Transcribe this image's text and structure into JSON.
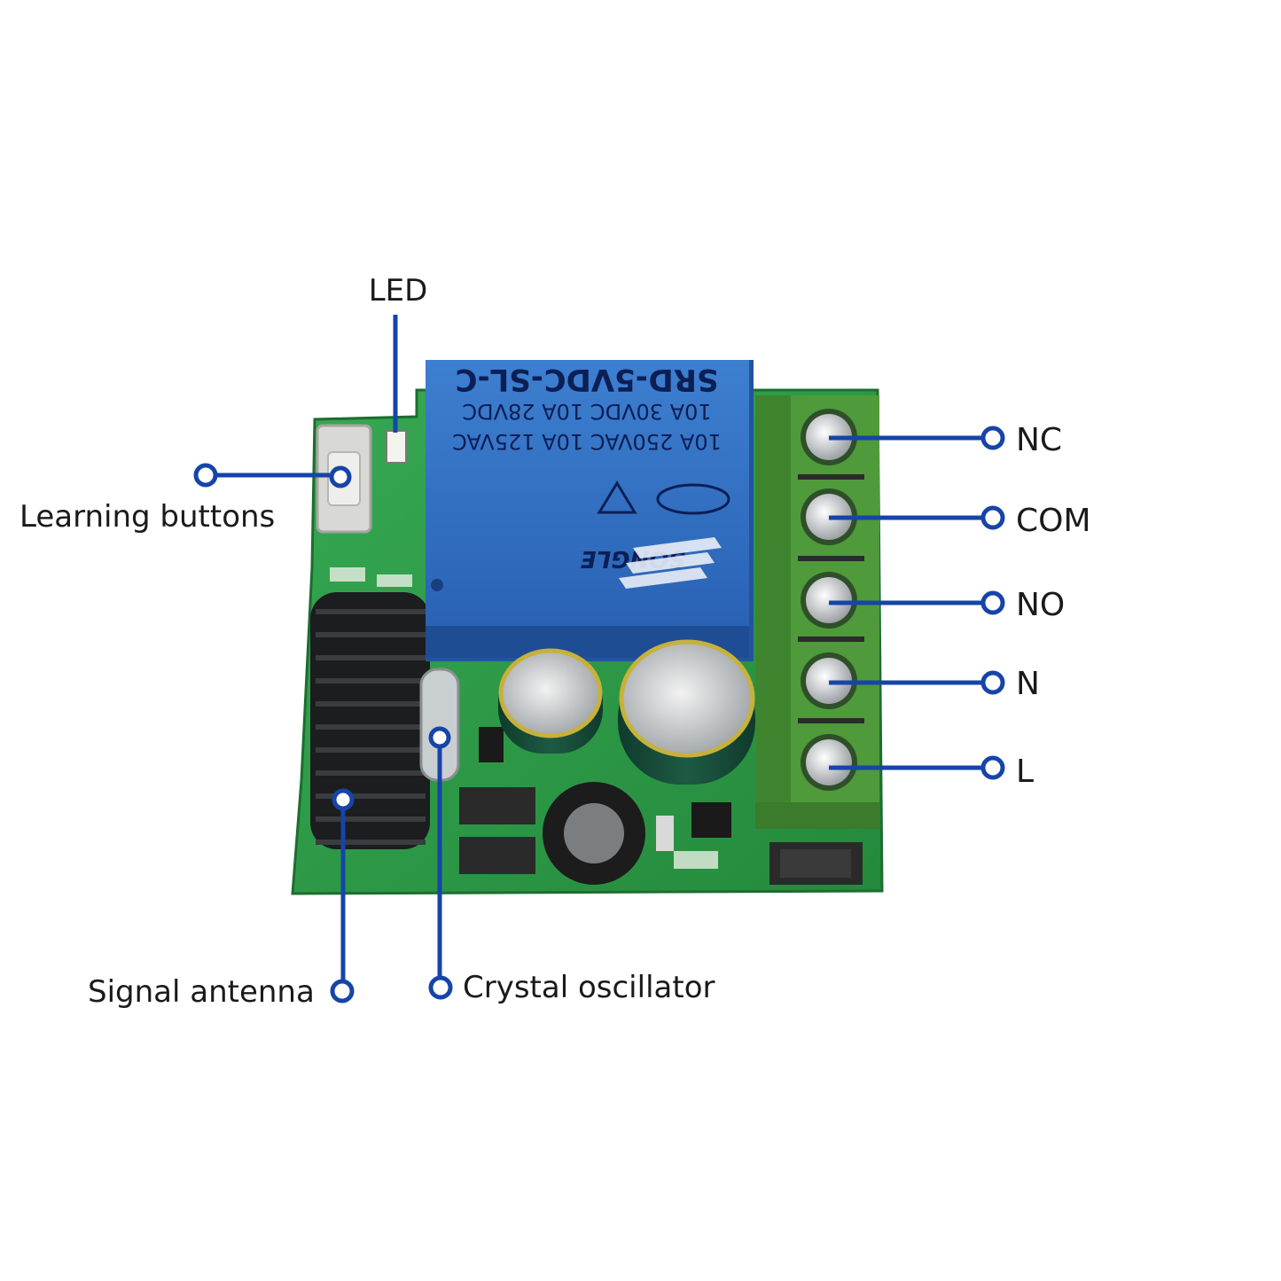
{
  "callouts": {
    "led": "LED",
    "learning_buttons": "Learning buttons",
    "signal_antenna": "Signal antenna",
    "crystal_oscillator": "Crystal oscillator",
    "terminals": [
      "NC",
      "COM",
      "NO",
      "N",
      "L"
    ]
  },
  "relay": {
    "model": "SRD-5VDC-SL-C",
    "rating_line_1": "10A 30VDC 10A 28VDC",
    "rating_line_2": "10A 250VAC 10A 125VAC",
    "brand": "SONGLE"
  },
  "colors": {
    "callout_blue": "#1644a8",
    "pcb_green": "#2e9a48",
    "relay_blue": "#2f6fc4",
    "terminal_green": "#4f9a3a"
  }
}
